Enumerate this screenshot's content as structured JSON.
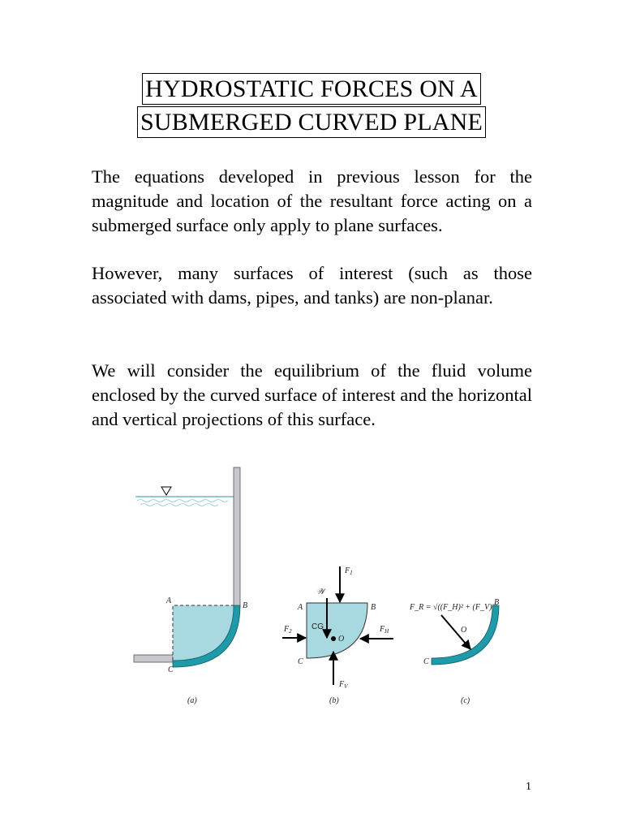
{
  "title": {
    "line1": "HYDROSTATIC FORCES ON A",
    "line2": "SUBMERGED CURVED PLANE"
  },
  "paragraphs": [
    "The equations developed in previous lesson for the magnitude and location of the resultant force acting on a submerged surface only apply to plane surfaces.",
    "However, many surfaces of interest (such as those associated with dams, pipes, and tanks) are non-planar.",
    "We will consider the equilibrium of the fluid volume enclosed by the curved surface of interest and the horizontal and vertical projections of this surface."
  ],
  "figure": {
    "a": {
      "A": "A",
      "B": "B",
      "C": "C",
      "caption": "(a)"
    },
    "b": {
      "A": "A",
      "B": "B",
      "C": "C",
      "O": "O",
      "W": "𝒲",
      "CG": "CG",
      "F1": "F",
      "F1_sub": "1",
      "F2": "F",
      "F2_sub": "2",
      "FH": "F",
      "FH_sub": "H",
      "FV": "F",
      "FV_sub": "V",
      "caption": "(b)"
    },
    "c": {
      "B": "B",
      "C": "C",
      "O": "O",
      "formula": "F_R = √((F_H)² + (F_V)²)",
      "caption": "(c)"
    },
    "colors": {
      "fluid": "#a8d8e0",
      "surface": "#1f9aa8",
      "wall": "#c8c8cc"
    }
  },
  "page_number": "1"
}
